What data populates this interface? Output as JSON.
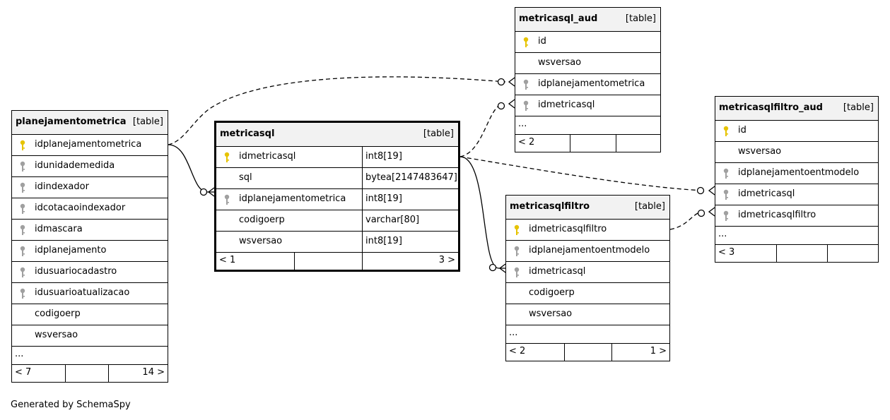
{
  "credit": "Generated by SchemaSpy",
  "colors": {
    "primary_key": "#e6c300",
    "foreign_key": "#a0a0a0"
  },
  "tables": {
    "planejamentometrica": {
      "name": "planejamentometrica",
      "type": "[table]",
      "columns": [
        {
          "name": "idplanejamentometrica",
          "key": "pk"
        },
        {
          "name": "idunidademedida",
          "key": "fk"
        },
        {
          "name": "idindexador",
          "key": "fk"
        },
        {
          "name": "idcotacaoindexador",
          "key": "fk"
        },
        {
          "name": "idmascara",
          "key": "fk"
        },
        {
          "name": "idplanejamento",
          "key": "fk"
        },
        {
          "name": "idusuariocadastro",
          "key": "fk"
        },
        {
          "name": "idusuarioatualizacao",
          "key": "fk"
        },
        {
          "name": "codigoerp",
          "key": ""
        },
        {
          "name": "wsversao",
          "key": ""
        }
      ],
      "more": "...",
      "footer_left": "< 7",
      "footer_right": "14 >"
    },
    "metricasql": {
      "name": "metricasql",
      "type": "[table]",
      "columns": [
        {
          "name": "idmetricasql",
          "key": "pk",
          "type": "int8[19]"
        },
        {
          "name": "sql",
          "key": "",
          "type": "bytea[2147483647]"
        },
        {
          "name": "idplanejamentometrica",
          "key": "fk",
          "type": "int8[19]"
        },
        {
          "name": "codigoerp",
          "key": "",
          "type": "varchar[80]"
        },
        {
          "name": "wsversao",
          "key": "",
          "type": "int8[19]"
        }
      ],
      "footer_left": "< 1",
      "footer_right": "3 >"
    },
    "metricasql_aud": {
      "name": "metricasql_aud",
      "type": "[table]",
      "columns": [
        {
          "name": "id",
          "key": "pk"
        },
        {
          "name": "wsversao",
          "key": ""
        },
        {
          "name": "idplanejamentometrica",
          "key": "fk"
        },
        {
          "name": "idmetricasql",
          "key": "fk"
        }
      ],
      "more": "...",
      "footer_left": "< 2",
      "footer_right": ""
    },
    "metricasqlfiltro": {
      "name": "metricasqlfiltro",
      "type": "[table]",
      "columns": [
        {
          "name": "idmetricasqlfiltro",
          "key": "pk"
        },
        {
          "name": "idplanejamentoentmodelo",
          "key": "fk"
        },
        {
          "name": "idmetricasql",
          "key": "fk"
        },
        {
          "name": "codigoerp",
          "key": ""
        },
        {
          "name": "wsversao",
          "key": ""
        }
      ],
      "more": "...",
      "footer_left": "< 2",
      "footer_right": "1 >"
    },
    "metricasqlfiltro_aud": {
      "name": "metricasqlfiltro_aud",
      "type": "[table]",
      "columns": [
        {
          "name": "id",
          "key": "pk"
        },
        {
          "name": "wsversao",
          "key": ""
        },
        {
          "name": "idplanejamentoentmodelo",
          "key": "fk"
        },
        {
          "name": "idmetricasql",
          "key": "fk"
        },
        {
          "name": "idmetricasqlfiltro",
          "key": "fk"
        }
      ],
      "more": "...",
      "footer_left": "< 3",
      "footer_right": ""
    }
  }
}
